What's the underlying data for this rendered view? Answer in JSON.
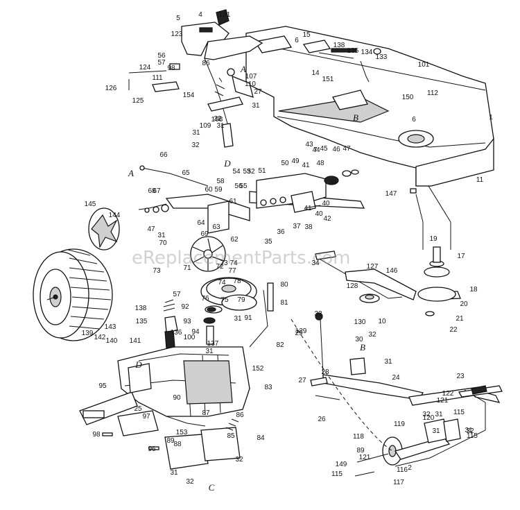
{
  "watermark": "eReplacementParts.com",
  "ref_letters": [
    "A",
    "A",
    "B",
    "B",
    "C",
    "D",
    "D"
  ],
  "callouts": [
    "1",
    "2",
    "4",
    "5",
    "6",
    "6",
    "7",
    "10",
    "11",
    "14",
    "15",
    "17",
    "18",
    "19",
    "20",
    "21",
    "22",
    "23",
    "24",
    "25",
    "26",
    "27",
    "27",
    "28",
    "29",
    "30",
    "31",
    "31",
    "31",
    "31",
    "31",
    "31",
    "31",
    "31",
    "31",
    "31",
    "31",
    "32",
    "32",
    "32",
    "32",
    "32",
    "32",
    "32",
    "33",
    "34",
    "35",
    "36",
    "37",
    "38",
    "39",
    "40",
    "40",
    "41",
    "41",
    "42",
    "43",
    "44",
    "45",
    "46",
    "47",
    "47",
    "48",
    "49",
    "50",
    "51",
    "52",
    "53",
    "54",
    "55",
    "56",
    "56",
    "57",
    "57",
    "58",
    "59",
    "60",
    "61",
    "62",
    "63",
    "64",
    "65",
    "66",
    "67",
    "68",
    "69",
    "70",
    "71",
    "72",
    "73",
    "73",
    "74",
    "74",
    "75",
    "76",
    "77",
    "78",
    "79",
    "80",
    "81",
    "82",
    "83",
    "84",
    "85",
    "86",
    "86",
    "87",
    "88",
    "89",
    "89",
    "90",
    "91",
    "92",
    "93",
    "94",
    "95",
    "96",
    "97",
    "98",
    "98",
    "100",
    "101",
    "107",
    "108",
    "109",
    "110",
    "111",
    "112",
    "115",
    "115",
    "115",
    "116",
    "117",
    "118",
    "119",
    "120",
    "121",
    "121",
    "122",
    "123",
    "124",
    "125",
    "126",
    "127",
    "128",
    "129",
    "130",
    "131",
    "133",
    "134",
    "135",
    "135",
    "136",
    "137",
    "138",
    "138",
    "139",
    "140",
    "141",
    "142",
    "143",
    "144",
    "145",
    "146",
    "147",
    "149",
    "150",
    "151",
    "152",
    "153",
    "154"
  ]
}
